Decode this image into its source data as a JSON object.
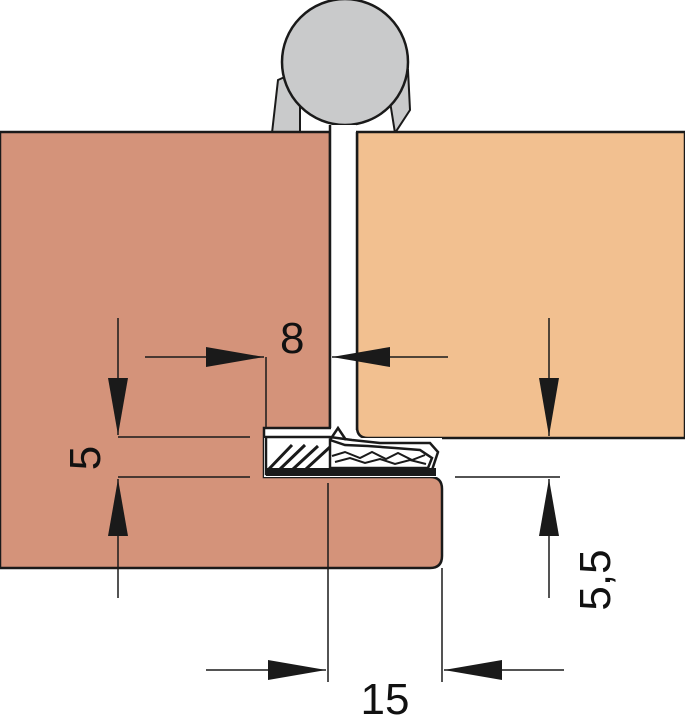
{
  "colors": {
    "left_panel": "#d4937a",
    "right_panel": "#f2c090",
    "hinge_gray": "#c9cacb",
    "outline": "#1a1a1a",
    "gap_white": "#ffffff",
    "seal_black": "#1a1a1a"
  },
  "dimensions": {
    "gap_width": "8",
    "seal_height": "5",
    "bottom_offset": "5,5",
    "seal_width": "15"
  },
  "icons": {
    "hinge": "hinge-knuckle-icon",
    "seal": "seal-strip-icon"
  }
}
